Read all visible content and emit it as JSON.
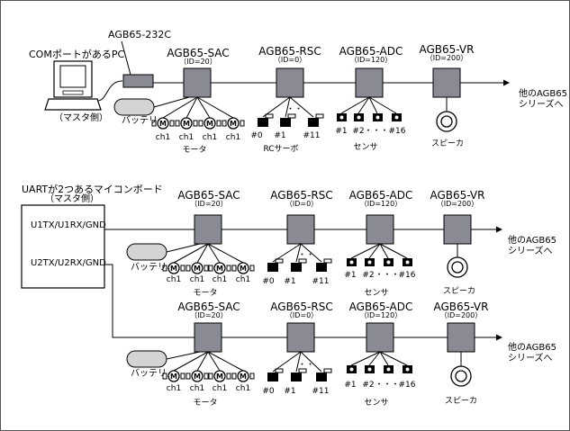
{
  "top": {
    "pc_label": "COMポートがあるPC",
    "master_label": "（マスタ側）",
    "adapter_label": "AGB65-232C",
    "sac_title": "AGB65-SAC",
    "sac_id": "（ID=20）",
    "rsc_title": "AGB65-RSC",
    "rsc_id": "（ID=0）",
    "adc_title": "AGB65-ADC",
    "adc_id": "（ID=120）",
    "vr_title": "AGB65-VR",
    "vr_id": "（ID=200）",
    "battery_label": "バッテリ",
    "motor_label": "モータ",
    "servo_label": "RCサーボ",
    "sensor_label": "センサ",
    "speaker_label": "スピーカ",
    "other_line1": "他のAGB65",
    "other_line2": "シリーズへ"
  },
  "bottom": {
    "mcu_title": "UARTが2つあるマイコンボード",
    "mcu_master": "（マスタ側）",
    "port1": "U1TX/U1RX/GND",
    "port2": "U2TX/U2RX/GND"
  },
  "chain": {
    "sac_title": "AGB65-SAC",
    "sac_id": "（ID=20）",
    "rsc_title": "AGB65-RSC",
    "rsc_id": "（ID=0）",
    "adc_title": "AGB65-ADC",
    "adc_id": "（ID=120）",
    "vr_title": "AGB65-VR",
    "vr_id": "（ID=200）",
    "battery_label": "バッテリ",
    "motor_label": "モータ",
    "sensor_label": "センサ",
    "speaker_label": "スピーカ",
    "other_line1": "他のAGB65",
    "other_line2": "シリーズへ"
  },
  "motor_channels": [
    "ch1",
    "ch1",
    "ch1",
    "ch1"
  ],
  "motor_symbol": "M",
  "servo_channels": [
    "#0",
    "#1",
    "#11"
  ],
  "sensor_channels": [
    "#1",
    "#2",
    "#16"
  ],
  "ellipsis": "・・・",
  "dots_vertical": "・・",
  "colors": {
    "box": "#8a8a95",
    "battery": "#d4d4d4",
    "line": "#000000"
  }
}
